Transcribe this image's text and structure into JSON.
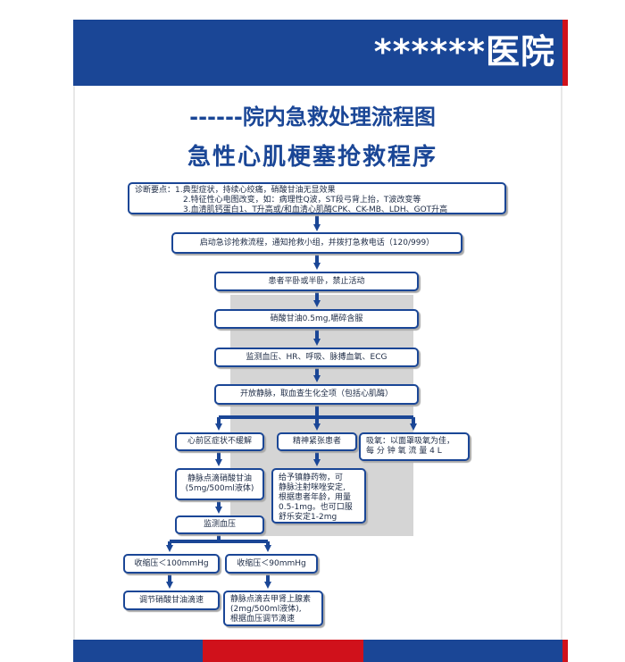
{
  "header": {
    "hospital": "******医院"
  },
  "titles": {
    "main": "------院内急救处理流程图",
    "sub": "急性心肌梗塞抢救程序"
  },
  "flow": {
    "diagnosis": [
      "诊断要点：1.典型症状，持续心绞痛，硝酸甘油无显效果",
      "2.特征性心电图改变，如：病理性Q波，ST段弓背上抬，T波改变等",
      "3.血清肌钙蛋白1、T升高或/和血清心肌酶CPK、CK-MB、LDH、GOT升高"
    ],
    "activate": "启动急诊抢救流程，通知抢救小组，并拨打急救电话（120/999）",
    "position": "患者平卧或半卧，禁止活动",
    "nitro": "硝酸甘油0.5mg,嚼碎含服",
    "monitor": "监测血压、HR、呼吸、脉搏血氧、ECG",
    "iv": "开放静脉，取血查生化全项（包括心肌酶）",
    "precordial": "心前区症状不缓解",
    "nervous": "精神紧张患者",
    "oxygen": [
      "吸氧：以面罩吸氧为佳，",
      "每 分 钟 氧 流 量 4 L"
    ],
    "drip": [
      "静脉点滴硝酸甘油",
      "(5mg/500ml液体)"
    ],
    "sedative": [
      "给予镇静药物，可",
      "静脉注射咪唑安定,",
      "根据患者年龄，用量",
      "0.5-1mg。也可口服",
      "舒乐安定1-2mg"
    ],
    "bp_monitor": "监测血压",
    "sbp_high": "收缩压＜100mmHg",
    "sbp_low": "收缩压＜90mmHg",
    "adjust": "调节硝酸甘油滴速",
    "norepi": [
      "静脉点滴去甲肾上腺素",
      "(2mg/500ml液体),",
      "根据血压调节滴速"
    ]
  },
  "colors": {
    "blue": "#1a4696",
    "red": "#d0111b",
    "text": "#1c2a44",
    "shadow": "#d5d5d5"
  }
}
